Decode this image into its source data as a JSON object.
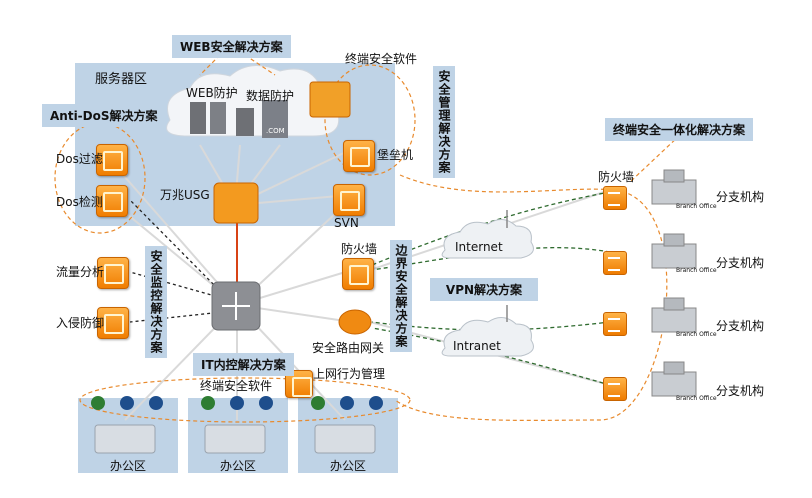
{
  "labels": {
    "web_solution": "WEB安全解决方案",
    "endpoint_software_top": "终端安全软件",
    "server_zone": "服务器区",
    "anti_dos": "Anti-DoS解决方案",
    "web_protect": "WEB防护",
    "data_protect": "数据防护",
    "dos_filter": "Dos过滤",
    "dos_detect": "Dos检测",
    "usg": "万兆USG",
    "bastion": "堡垒机",
    "svn": "SVN",
    "mgmt_solution": "安全管理解决方案",
    "endpoint_integration": "终端安全一体化解决方案",
    "firewall_branch": "防火墙",
    "firewall_edge": "防火墙",
    "internet": "Internet",
    "intranet": "Intranet",
    "vpn_solution": "VPN解决方案",
    "border_solution": "边界安全解决方案",
    "monitor_solution": "安全监控解决方案",
    "traffic_analysis": "流量分析",
    "intrusion_defense": "入侵防御",
    "it_control": "IT内控解决方案",
    "secure_router": "安全路由网关",
    "behavior_mgmt": "上网行为管理",
    "endpoint_software_bottom": "终端安全软件",
    "office_1": "办公区",
    "office_2": "办公区",
    "office_3": "办公区",
    "branch_1": "分支机构",
    "branch_2": "分支机构",
    "branch_3": "分支机构",
    "branch_4": "分支机构",
    "branch_office_tag": "Branch Office",
    "com_tag": ".COM"
  },
  "colors": {
    "zone_blue": "#bfd3e6",
    "orange": "#f07d00",
    "dashed_orange": "#e88a2d",
    "dashed_green": "#2f6b2f",
    "usg_red": "#d84315"
  }
}
